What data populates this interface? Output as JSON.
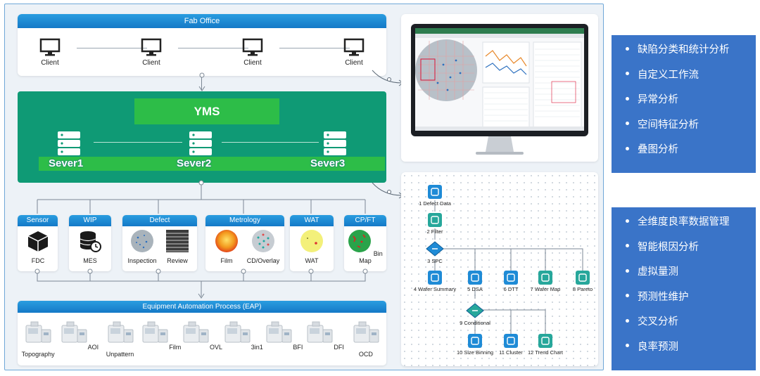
{
  "fab_office": {
    "title": "Fab Office",
    "clients": [
      "Client",
      "Client",
      "Client",
      "Client"
    ]
  },
  "yms": {
    "title": "YMS",
    "servers": [
      "Sever1",
      "Sever2",
      "Sever3"
    ]
  },
  "categories": [
    {
      "title": "Sensor",
      "items": [
        "FDC"
      ]
    },
    {
      "title": "WIP",
      "items": [
        "MES"
      ]
    },
    {
      "title": "Defect",
      "items": [
        "Inspection",
        "Review"
      ]
    },
    {
      "title": "Metrology",
      "items": [
        "Film",
        "CD/Overlay"
      ]
    },
    {
      "title": "WAT",
      "items": [
        "WAT"
      ]
    },
    {
      "title": "CP/FT",
      "items": [
        "Bin Map"
      ]
    }
  ],
  "eap": {
    "title": "Equipment Automation Process (EAP)",
    "tools": [
      "Topography",
      "AOI",
      "Unpattern",
      "Film",
      "OVL",
      "3in1",
      "BFI",
      "DFI",
      "OCD"
    ]
  },
  "workflow": {
    "nodes": [
      "1 Defect Data",
      "2 Filter",
      "3 SPC",
      "4 Wafer Summary",
      "5 DSA",
      "6 DTT",
      "7 Wafer Map",
      "8 Pareto",
      "9 Conditional",
      "10 Size Binning",
      "11 Cluster",
      "12 Trend Chart"
    ]
  },
  "features_top": [
    "缺陷分类和统计分析",
    "自定义工作流",
    "异常分析",
    "空间特征分析",
    "叠图分析"
  ],
  "features_bottom": [
    "全维度良率数据管理",
    "智能根因分析",
    "虚拟量测",
    "预测性维护",
    "交叉分析",
    "良率预测"
  ],
  "colors": {
    "header_blue": "#1f8bd6",
    "yms_green": "#0f9a75",
    "highlight_green": "#2dbd48",
    "feature_panel": "#3a74c8"
  }
}
